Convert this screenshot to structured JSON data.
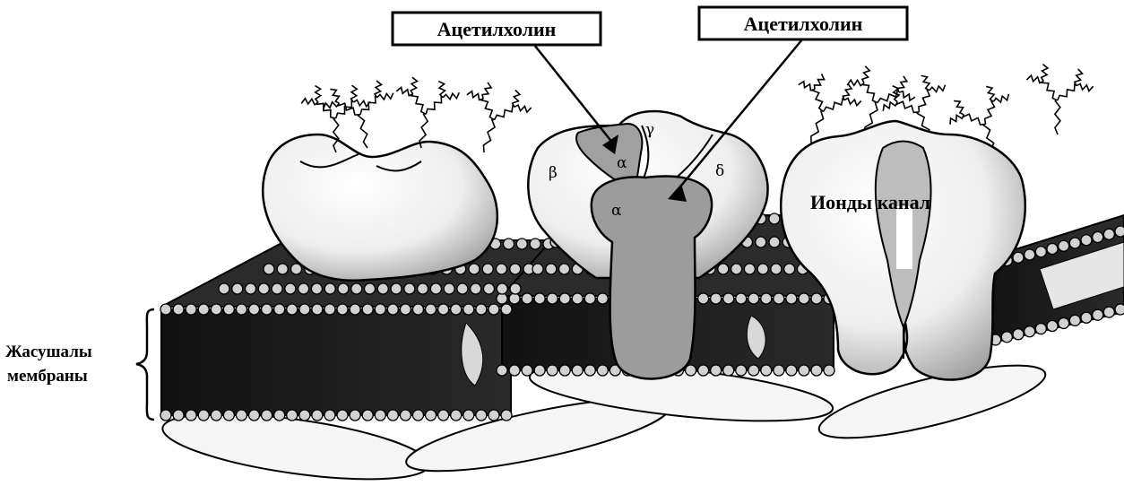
{
  "labels": {
    "acetylcholine_left": "Ацетилхолин",
    "acetylcholine_right": "Ацетилхолин",
    "ion_channel": "Ионды канал",
    "membrane_line1": "Жасушалы",
    "membrane_line2": "мембраны"
  },
  "subunits": {
    "beta": "β",
    "alpha_top": "α",
    "gamma": "γ",
    "delta": "δ",
    "alpha_front": "α"
  },
  "colors": {
    "ink": "#000000",
    "membrane_core": "#1a1a1a",
    "lipid_head": "#cfcfcf",
    "protein_fill": "#f4f4f4",
    "subunit_alpha": "#9a9a9a"
  }
}
